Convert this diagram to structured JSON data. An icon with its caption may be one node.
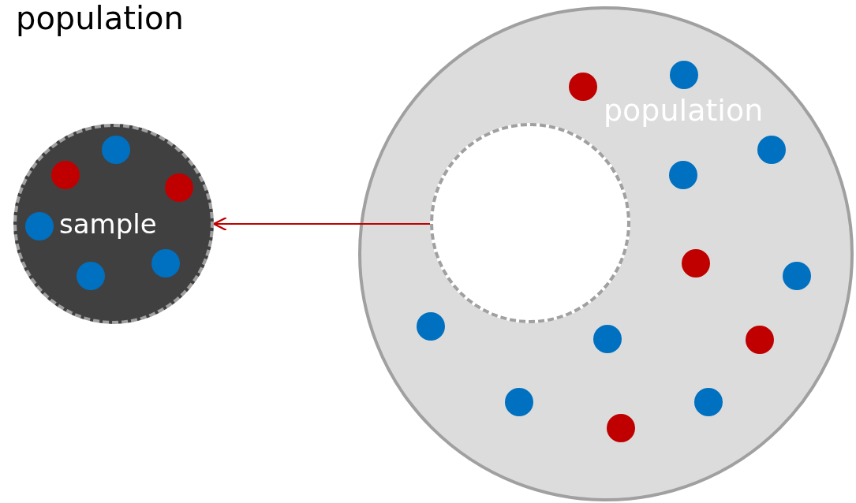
{
  "diagram": {
    "title": "population",
    "nodes": [
      {
        "text": [
          "population"
        ]
      },
      {
        "text": [],
        "shape": "circle",
        "in": 0
      },
      {
        "text": [
          "sample"
        ]
      }
    ],
    "edges": [
      {
        "from": 1,
        "to": 2,
        "arrow": "to",
        "color": "#c00000"
      }
    ]
  }
}
